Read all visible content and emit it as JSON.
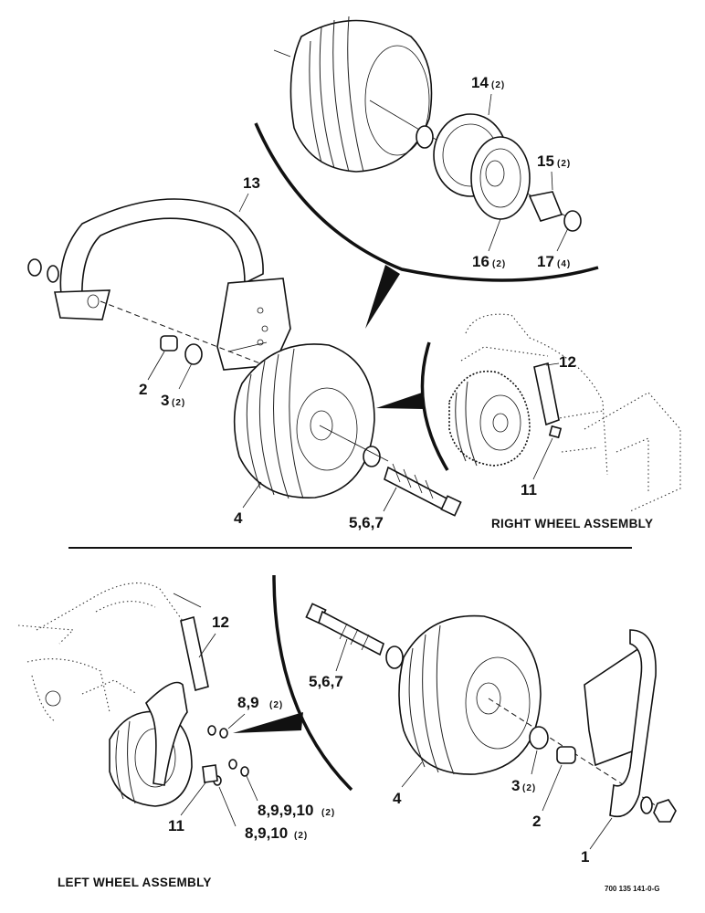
{
  "captions": {
    "right": "RIGHT WHEEL ASSEMBLY",
    "left": "LEFT WHEEL ASSEMBLY",
    "code": "700 135 141-0-G"
  },
  "labels": {
    "l14": "14",
    "l14q": "(2)",
    "l15": "15",
    "l15q": "(2)",
    "l16": "16",
    "l16q": "(2)",
    "l17": "17",
    "l17q": "(4)",
    "l13": "13",
    "l2top": "2",
    "l3top": "3",
    "l3topq": "(2)",
    "l4top": "4",
    "l567top": "5,6,7",
    "l12right": "12",
    "l11right": "11",
    "l12left": "12",
    "l567bot": "5,6,7",
    "l89": "8,9",
    "l89q": "(2)",
    "l3bot": "3",
    "l3botq": "(2)",
    "l2bot": "2",
    "l4bot": "4",
    "l11left": "11",
    "l89910": "8,9,9,10",
    "l89910q": "(2)",
    "l8910": "8,9,10",
    "l8910q": "(2)",
    "l1": "1"
  }
}
